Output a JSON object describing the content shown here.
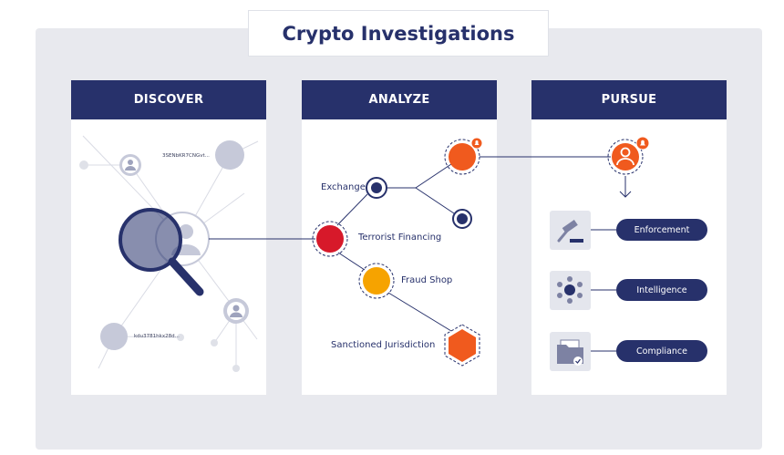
{
  "title": "Crypto Investigations",
  "columns": [
    {
      "header": "DISCOVER"
    },
    {
      "header": "ANALYZE"
    },
    {
      "header": "PURSUE"
    }
  ],
  "discover": {
    "address_1": "3SENbKR7CNGvt...",
    "address_2": "kdu3781hkx28d..."
  },
  "analyze": {
    "nodes": [
      "Exchange",
      "Terrorist Financing",
      "Fraud Shop",
      "Sanctioned Jurisdiction"
    ]
  },
  "pursue": {
    "actions": [
      {
        "label": "Enforcement",
        "icon": "gavel-icon"
      },
      {
        "label": "Intelligence",
        "icon": "network-hub-icon"
      },
      {
        "label": "Compliance",
        "icon": "folder-check-icon"
      }
    ]
  },
  "colors": {
    "navy": "#27316b",
    "orange": "#f05a1e",
    "red": "#d7192a",
    "yellow": "#f6a300",
    "light_gray": "#e8e9ee"
  }
}
